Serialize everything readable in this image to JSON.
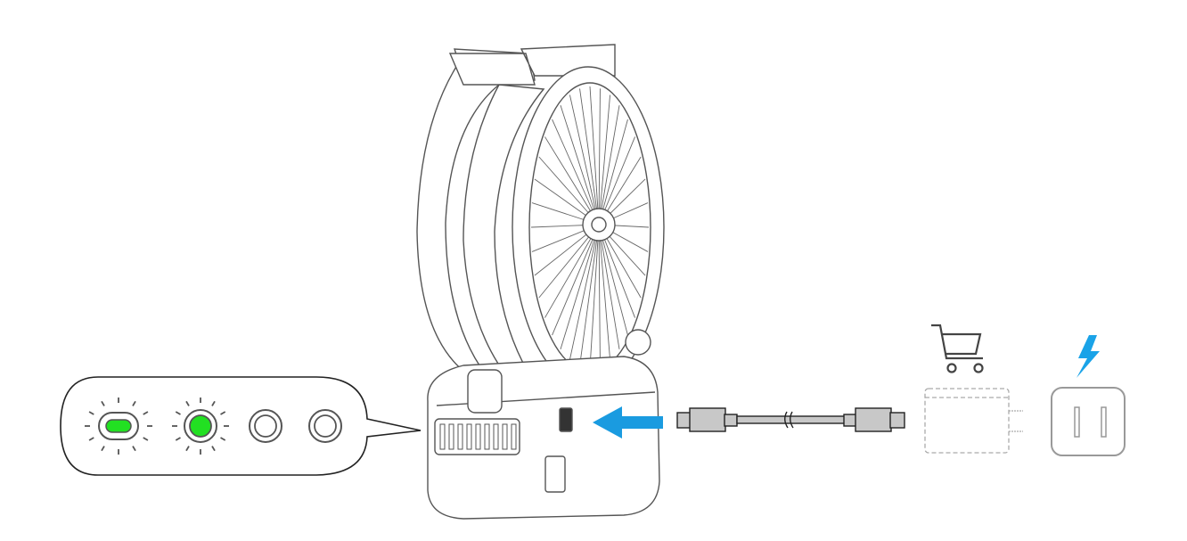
{
  "colors": {
    "line": "#555555",
    "light_line": "#9a9a9a",
    "led_on": "#22e022",
    "arrow": "#1a9be0",
    "bolt": "#1aa3e8",
    "connector_fill": "#c8c8c8",
    "background": "#ffffff"
  },
  "callout": {
    "indicators": [
      {
        "icon": "pill-led-icon",
        "state": "on-blinking"
      },
      {
        "icon": "round-led-icon",
        "state": "on-blinking"
      },
      {
        "icon": "round-led-icon",
        "state": "off"
      },
      {
        "icon": "round-led-icon",
        "state": "off"
      }
    ]
  },
  "device": {
    "icon": "fan-icon"
  },
  "insert_direction": {
    "icon": "arrow-left-icon"
  },
  "cable": {
    "icon": "usb-c-cable-icon"
  },
  "adapter": {
    "icon": "power-adapter-icon",
    "note_icon": "shopping-cart-icon",
    "style": "dashed (sold separately)"
  },
  "outlet": {
    "icon": "wall-outlet-icon",
    "power_icon": "lightning-bolt-icon"
  }
}
